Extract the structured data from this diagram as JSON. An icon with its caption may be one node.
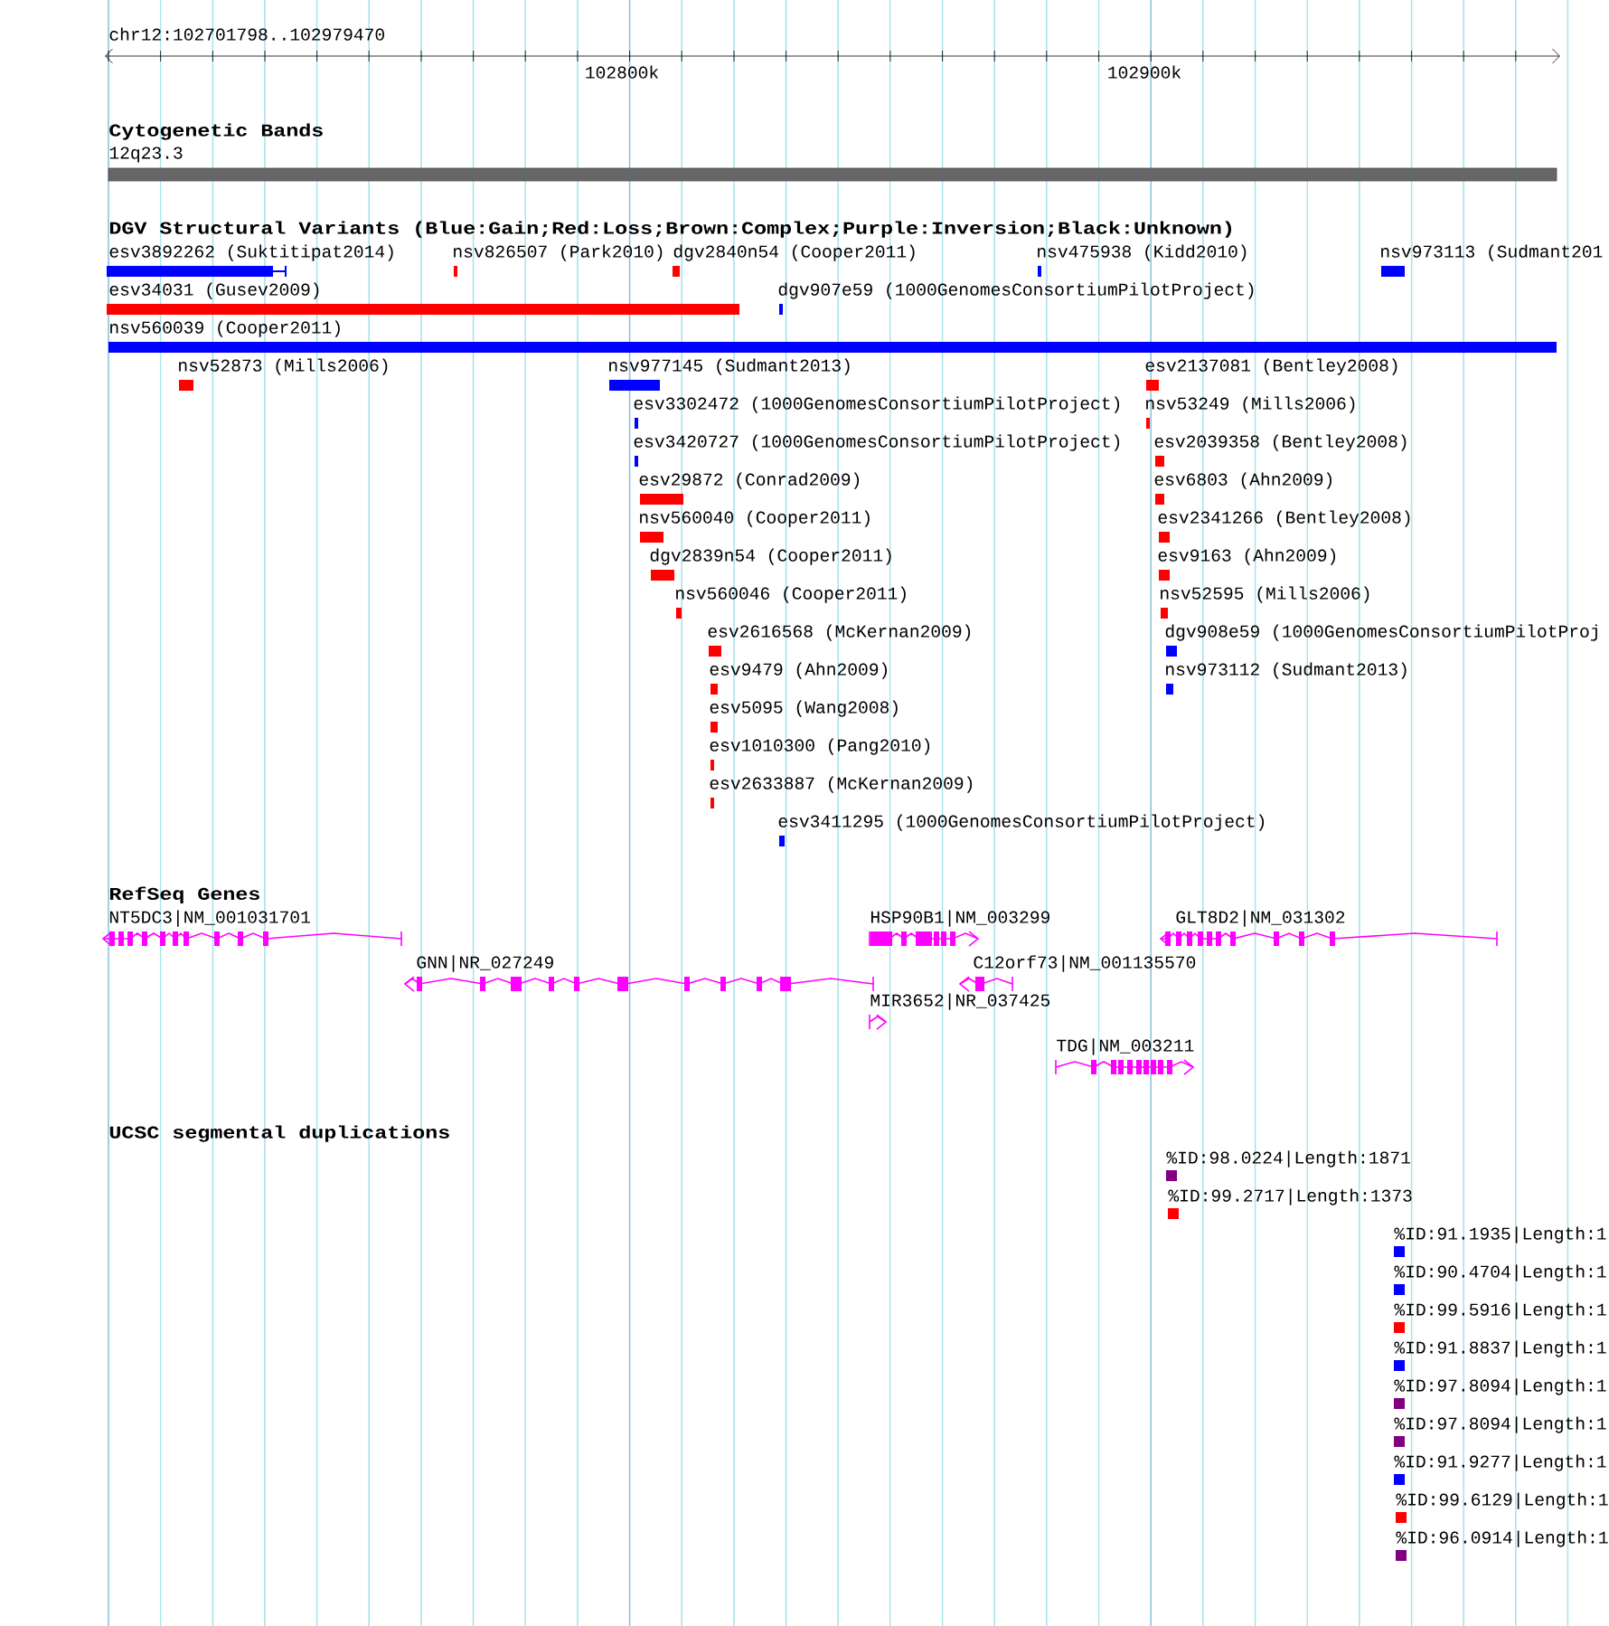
{
  "diagram": {
    "nodes": [
      {
        "text": [
          "esv3892262 (Suktitipat2014)"
        ]
      },
      {
        "text": [
          "nsv826507 (Park2010)"
        ]
      },
      {
        "text": [
          "dgv2840n54 (Cooper2011)"
        ]
      },
      {
        "text": [
          "nsv475938 (Kidd2010)"
        ]
      },
      {
        "text": [
          "nsv973113 (Sudmant201"
        ]
      },
      {
        "text": [
          "esv34031 (Gusev2009)"
        ]
      },
      {
        "text": [
          "dgv907e59 (1000GenomesConsortiumPilotProject)"
        ]
      },
      {
        "text": [
          "nsv560039 (Cooper2011)"
        ]
      },
      {
        "text": [
          "nsv52873 (Mills2006)"
        ]
      },
      {
        "text": [
          "nsv977145 (Sudmant2013)"
        ]
      },
      {
        "text": [
          "esv2137081 (Bentley2008)"
        ]
      },
      {
        "text": [
          "esv3302472 (1000GenomesConsortiumPilotProject)"
        ]
      },
      {
        "text": [
          "nsv53249 (Mills2006)"
        ]
      },
      {
        "text": [
          "esv3420727 (1000GenomesConsortiumPilotProject)"
        ]
      },
      {
        "text": [
          "esv2039358 (Bentley2008)"
        ]
      },
      {
        "text": [
          "esv29872 (Conrad2009)"
        ]
      },
      {
        "text": [
          "esv6803 (Ahn2009)"
        ]
      },
      {
        "text": [
          "nsv560040 (Cooper2011)"
        ]
      },
      {
        "text": [
          "esv2341266 (Bentley2008)"
        ]
      },
      {
        "text": [
          "dgv2839n54 (Cooper2011)"
        ]
      },
      {
        "text": [
          "esv9163 (Ahn2009)"
        ]
      },
      {
        "text": [
          "nsv560046 (Cooper2011)"
        ]
      },
      {
        "text": [
          "nsv52595 (Mills2006)"
        ]
      },
      {
        "text": [
          "esv2616568 (McKernan2009)"
        ]
      },
      {
        "text": [
          "dgv908e59 (1000GenomesConsortiumPilotProj"
        ]
      },
      {
        "text": [
          "esv9479 (Ahn2009)"
        ]
      },
      {
        "text": [
          "nsv973112 (Sudmant2013)"
        ]
      },
      {
        "text": [
          "esv5095 (Wang2008)"
        ]
      },
      {
        "text": [
          "esv1010300 (Pang2010)"
        ]
      },
      {
        "text": [
          "esv2633887 (McKernan2009)"
        ]
      },
      {
        "text": [
          "esv3411295 (1000GenomesConsortiumPilotProject)"
        ]
      },
      {
        "text": [
          "NT5DC3|NM_001031701"
        ]
      },
      {
        "text": [
          "HSP90B1|NM_003299"
        ]
      },
      {
        "text": [
          "GLT8D2|NM_031302"
        ]
      },
      {
        "text": [
          "GNN|NR_027249"
        ]
      },
      {
        "text": [
          "C12orf73|NM_001135570"
        ]
      },
      {
        "text": [
          "MIR3652|NR_037425"
        ]
      },
      {
        "text": [
          "TDG|NM_003211"
        ]
      },
      {
        "text": [
          "%ID:98.0224|Length:1871"
        ]
      },
      {
        "text": [
          "%ID:99.2717|Length:1373"
        ]
      },
      {
        "text": [
          "%ID:91.1935|Length:1"
        ]
      },
      {
        "text": [
          "%ID:90.4704|Length:1"
        ]
      },
      {
        "text": [
          "%ID:99.5916|Length:1"
        ]
      },
      {
        "text": [
          "%ID:91.8837|Length:1"
        ]
      },
      {
        "text": [
          "%ID:97.8094|Length:1"
        ]
      },
      {
        "text": [
          "%ID:97.8094|Length:1"
        ]
      },
      {
        "text": [
          "%ID:91.9277|Length:1"
        ]
      },
      {
        "text": [
          "%ID:99.6129|Length:1"
        ]
      },
      {
        "text": [
          "%ID:96.0914|Length:1"
        ]
      }
    ],
    "labels": [
      "chr12:102701798..102979470",
      "102800k",
      "102900k",
      "Cytogenetic Bands",
      "12q23.3",
      "DGV Structural Variants (Blue:Gain;Red:Loss;Brown:Complex;Purple:Inversion;Black:Unknown)",
      "RefSeq Genes",
      "UCSC segmental duplications"
    ]
  }
}
